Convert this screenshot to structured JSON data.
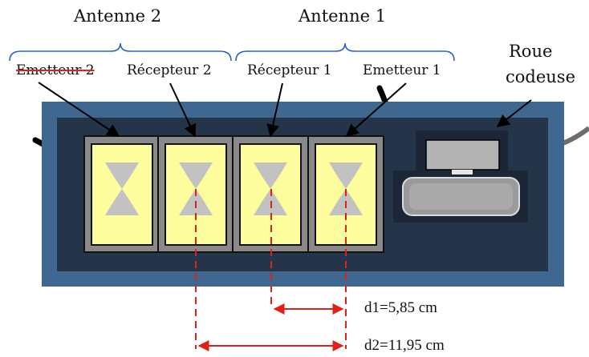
{
  "antennas": {
    "left": {
      "label": "Antenne 2"
    },
    "right": {
      "label": "Antenne 1"
    }
  },
  "components": {
    "emitter_2": {
      "label": "Emetteur 2",
      "struck_through": true
    },
    "receiver_2": {
      "label": "Récepteur 2"
    },
    "receiver_1": {
      "label": "Récepteur  1"
    },
    "emitter_1": {
      "label": "Emetteur 1"
    },
    "encoder_wheel": {
      "label_line1": "Roue",
      "label_line2": "codeuse"
    }
  },
  "distances": {
    "d1": {
      "label": "d1=5,85  cm",
      "value_cm": 5.85
    },
    "d2": {
      "label": "d2=11,95  cm",
      "value_cm": 11.95
    }
  },
  "colors": {
    "housing_outer": "#40678f",
    "housing_inner": "#243549",
    "sensor_frame": "#8a8a8a",
    "sensor_face": "#fdfd9d",
    "hourglass": "#c2c2c2",
    "bracket": "#2a62b8",
    "pointer": "#000000",
    "dimension": "#e0201b"
  }
}
